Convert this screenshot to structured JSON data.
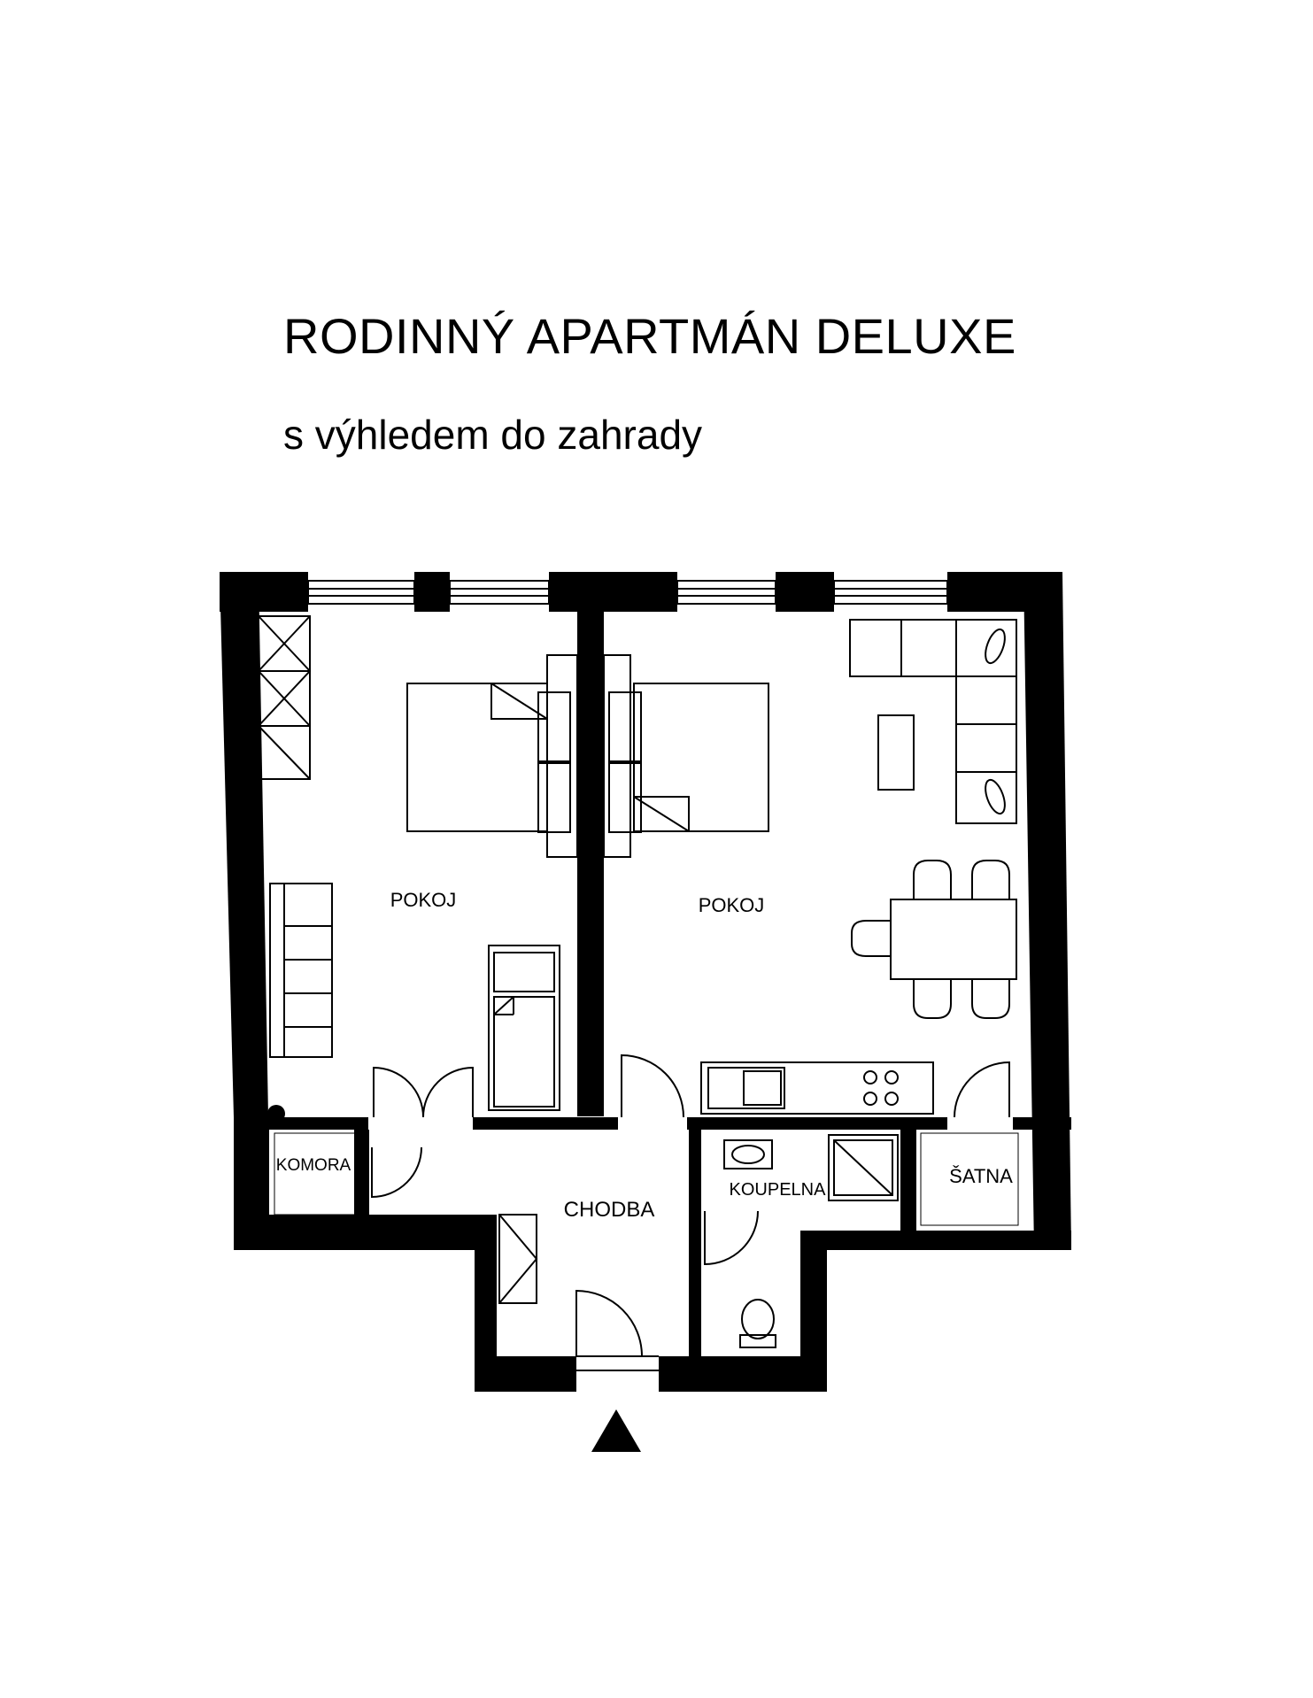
{
  "title": "RODINNÝ APARTMÁN DELUXE",
  "subtitle": "s výhledem do zahrady",
  "rooms": {
    "room_left": "POKOJ",
    "room_right": "POKOJ",
    "pantry": "KOMORA",
    "hallway": "CHODBA",
    "bathroom": "KOUPELNA",
    "wardrobe": "ŠATNA"
  },
  "colors": {
    "walls": "#000000",
    "background": "#ffffff"
  }
}
